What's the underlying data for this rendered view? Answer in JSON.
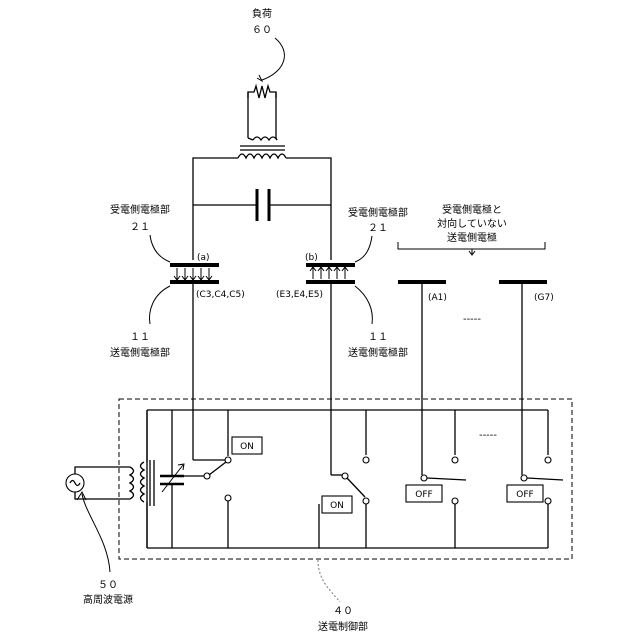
{
  "load": {
    "label": "負荷",
    "number": "６０"
  },
  "rx_left": {
    "label": "受電側電極部",
    "number": "２１",
    "tag": "(a)",
    "cells": "(C3,C4,C5)"
  },
  "rx_right": {
    "label": "受電側電極部",
    "number": "２１",
    "tag": "(b)",
    "cells": "(E3,E4,E5)"
  },
  "tx_left": {
    "label": "送電側電極部",
    "number": "１１"
  },
  "tx_right": {
    "label": "送電側電極部",
    "number": "１１"
  },
  "non_facing": {
    "line1": "受電側電極と",
    "line2": "対向していない",
    "line3": "送電側電極"
  },
  "electrode_a1": "(A1)",
  "electrode_g7": "(G7)",
  "ellipsis_top": "-----",
  "ellipsis_mid": "-----",
  "switches": {
    "s1": "ON",
    "s2": "ON",
    "s3": "OFF",
    "s4": "OFF"
  },
  "source": {
    "label": "高周波電源",
    "number": "５０"
  },
  "controller": {
    "label": "送電制御部",
    "number": "４０"
  }
}
